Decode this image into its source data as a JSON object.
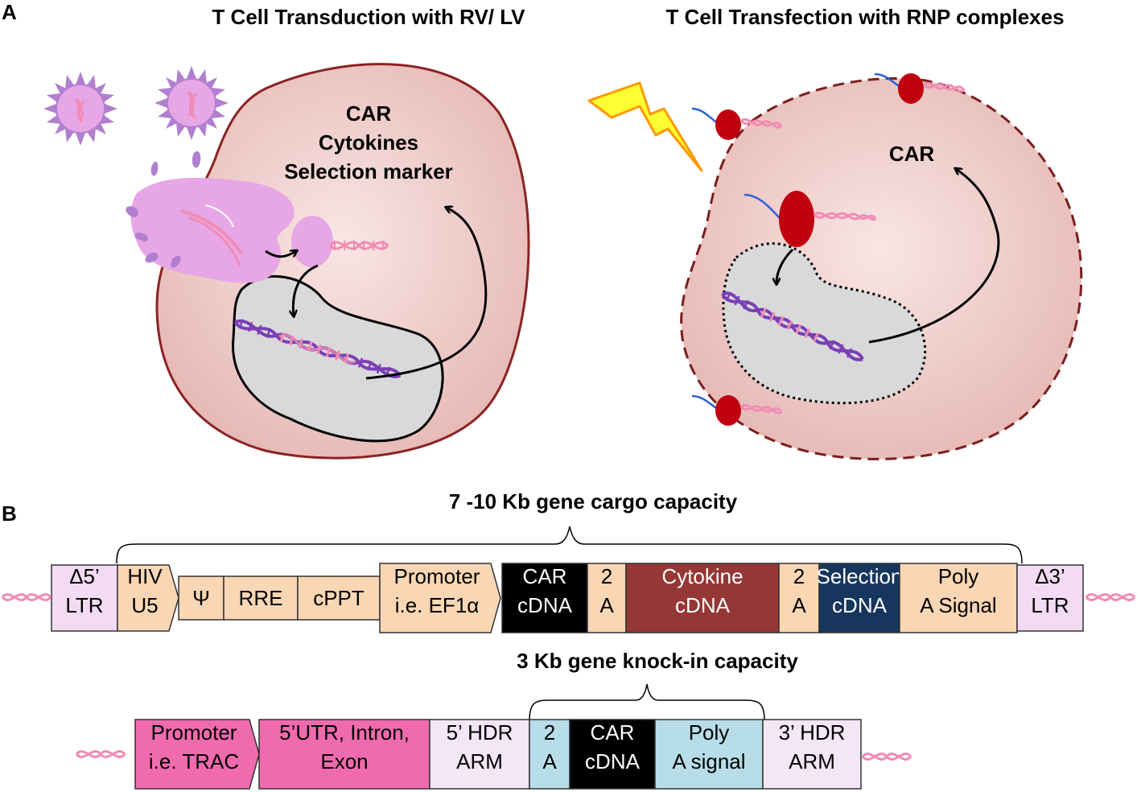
{
  "panel_a": {
    "letter": "A",
    "left_title": "T Cell Transduction with RV/ LV",
    "right_title": "T Cell Transfection with RNP complexes",
    "left_products": [
      "CAR",
      "Cytokines",
      "Selection marker"
    ],
    "right_product": "CAR"
  },
  "panel_b": {
    "letter": "B",
    "retro_capacity": "7 -10 Kb gene cargo capacity",
    "retro_segments": [
      {
        "lines": [
          "Δ5’",
          "LTR"
        ],
        "fill": "#f3dbf3",
        "text": "#000000"
      },
      {
        "lines": [
          "HIV",
          "U5"
        ],
        "fill": "#f9d6b4",
        "text": "#000000"
      },
      {
        "lines": [
          "Ψ"
        ],
        "fill": "#f9d6b4",
        "text": "#000000"
      },
      {
        "lines": [
          "RRE"
        ],
        "fill": "#f9d6b4",
        "text": "#000000"
      },
      {
        "lines": [
          "cPPT"
        ],
        "fill": "#f9d6b4",
        "text": "#000000"
      },
      {
        "lines": [
          "Promoter",
          "i.e. EF1α"
        ],
        "fill": "#f9d6b4",
        "text": "#000000"
      },
      {
        "lines": [
          "CAR",
          "cDNA"
        ],
        "fill": "#000000",
        "text": "#ffffff"
      },
      {
        "lines": [
          "2",
          "A"
        ],
        "fill": "#f9d6b4",
        "text": "#000000"
      },
      {
        "lines": [
          "Cytokine",
          "cDNA"
        ],
        "fill": "#953735",
        "text": "#ffffff"
      },
      {
        "lines": [
          "2",
          "A"
        ],
        "fill": "#f9d6b4",
        "text": "#000000"
      },
      {
        "lines": [
          "Selection",
          "cDNA"
        ],
        "fill": "#17365d",
        "text": "#ffffff"
      },
      {
        "lines": [
          "Poly",
          "A  Signal"
        ],
        "fill": "#f9d6b4",
        "text": "#000000"
      },
      {
        "lines": [
          "Δ3’",
          "LTR"
        ],
        "fill": "#f3dbf3",
        "text": "#000000"
      }
    ],
    "knockin_capacity": "3 Kb gene knock-in capacity",
    "knockin_segments": [
      {
        "lines": [
          "Promoter",
          "i.e. TRAC"
        ],
        "fill": "#f06bae",
        "text": "#000000"
      },
      {
        "lines": [
          "5’UTR, Intron,",
          "Exon"
        ],
        "fill": "#f06bae",
        "text": "#000000"
      },
      {
        "lines": [
          "5’ HDR",
          "ARM"
        ],
        "fill": "#f3e6f6",
        "text": "#000000"
      },
      {
        "lines": [
          "2",
          "A"
        ],
        "fill": "#b7dde8",
        "text": "#000000"
      },
      {
        "lines": [
          "CAR",
          "cDNA"
        ],
        "fill": "#000000",
        "text": "#ffffff"
      },
      {
        "lines": [
          "Poly",
          "A signal"
        ],
        "fill": "#b7dde8",
        "text": "#000000"
      },
      {
        "lines": [
          "3’ HDR",
          "ARM"
        ],
        "fill": "#f3e6f6",
        "text": "#000000"
      }
    ]
  },
  "colors": {
    "cell_fill": "#ecc7c4",
    "cell_border": "#8b2323",
    "nucleus_fill": "#d9d9d9",
    "virus": "#b17fd0",
    "virus_core": "#e7a6e6",
    "rna_pink": "#f08cb4",
    "dna_purple": "#7a3fb5",
    "cas9_red": "#c0000f",
    "guide_blue": "#2f5fd8",
    "lightning_yellow": "#ffff33",
    "lightning_orange": "#ff9900"
  },
  "icons": [
    "virus-icon",
    "lightning-icon",
    "rnp-complex-icon",
    "dna-helix-icon",
    "rna-helix-icon"
  ]
}
